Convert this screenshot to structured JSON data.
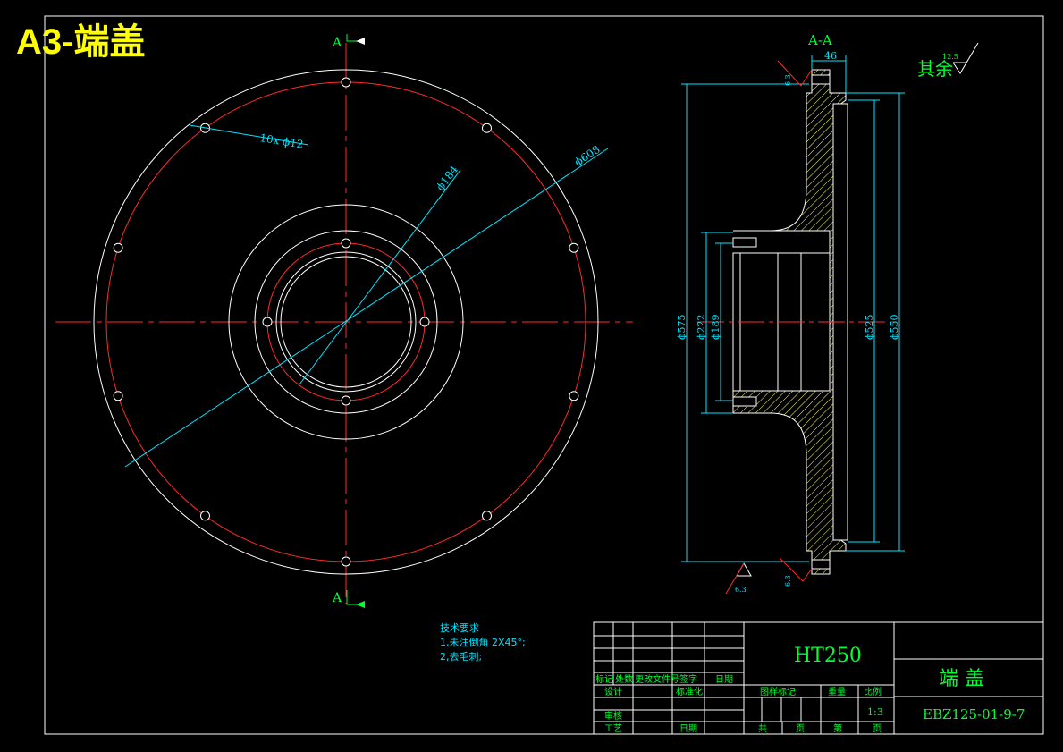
{
  "sheet_label": "A3-端盖",
  "colors": {
    "background": "#000000",
    "outline": "#ffffff",
    "center_line": "#ff2a2a",
    "dimension": "#00e5ff",
    "label": "#00ff33",
    "sheet_label": "#ffff00",
    "hatch": "#ffff66"
  },
  "front_view": {
    "section_marker_top": "A",
    "section_marker_bottom": "A",
    "hole_callout": "10x ϕ12",
    "dia_bolt_circle": "ϕ608",
    "dia_inner": "ϕ184"
  },
  "section_view": {
    "title": "A-A",
    "dim_flange_width": "46",
    "dia_575": "ϕ575",
    "dia_222": "ϕ222",
    "dia_189": "ϕ189",
    "dia_525": "ϕ525",
    "dia_550": "ϕ550",
    "roughness_top": "6.3",
    "roughness_bottom_left": "6.3",
    "roughness_bottom_right": "6.3",
    "rest_label": "其余",
    "rest_roughness": "12.5"
  },
  "tech_requirements": {
    "title": "技术要求",
    "items": [
      "1,未注倒角 2X45°;",
      "2,去毛刺;"
    ]
  },
  "title_block": {
    "material": "HT250",
    "part_name": "端  盖",
    "drawing_number": "EBZ125-01-9-7",
    "scale": "1:3",
    "revision_headers": [
      "标记",
      "处数",
      "更改文件号",
      "签字",
      "日期"
    ],
    "design": "设计",
    "standardize": "标准化",
    "review": "审核",
    "process": "工艺",
    "date": "日期",
    "stage_headers": [
      "图样标记",
      "重量",
      "比例"
    ],
    "sheet_counter": [
      "共",
      "页",
      "第",
      "页"
    ]
  }
}
